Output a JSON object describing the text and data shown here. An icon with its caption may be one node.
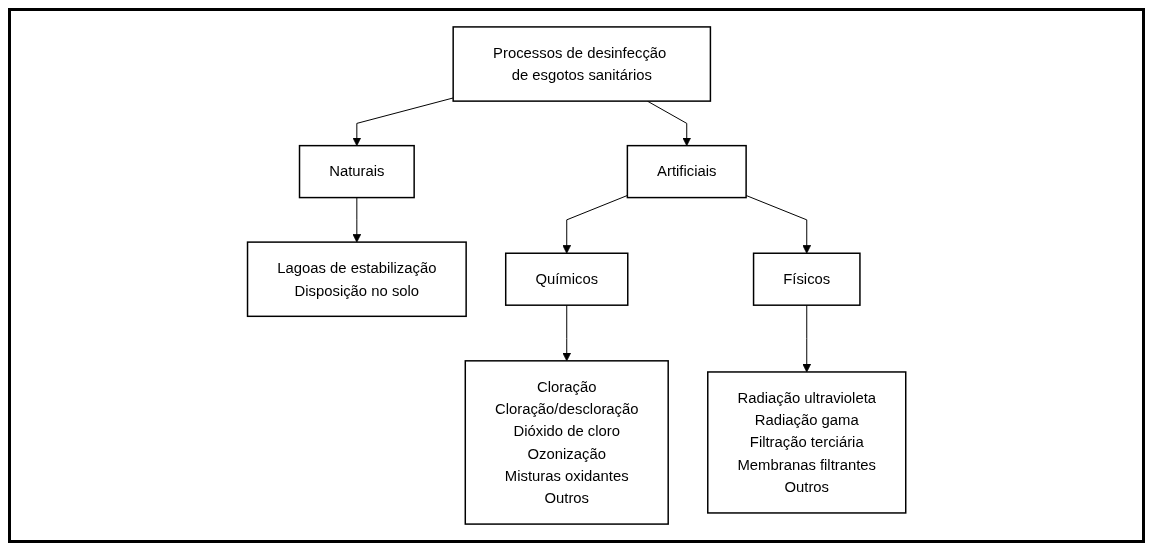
{
  "diagram": {
    "nodes": [
      {
        "text": [
          "Processos de desinfecção de esgotos sanitários"
        ]
      },
      {
        "text": [
          "Naturais"
        ]
      },
      {
        "text": [
          "Artificiais"
        ]
      },
      {
        "text": [
          "Lagoas de estabilização",
          "Disposição no solo"
        ]
      },
      {
        "text": [
          "Químicos"
        ]
      },
      {
        "text": [
          "Físicos"
        ]
      },
      {
        "text": [
          "Cloração",
          "Cloração/descloração",
          "Dióxido de cloro",
          "Ozonização",
          "Misturas oxidantes",
          "Outros"
        ]
      },
      {
        "text": [
          "Radiação ultravioleta",
          "Radiação gama",
          "Filtração terciária",
          "Membranas filtrantes",
          "Outros"
        ]
      }
    ],
    "edges": [
      {
        "from": 0,
        "to": 1,
        "arrow": "to"
      },
      {
        "from": 0,
        "to": 2,
        "arrow": "to"
      },
      {
        "from": 1,
        "to": 3,
        "arrow": "to"
      },
      {
        "from": 2,
        "to": 4,
        "arrow": "to"
      },
      {
        "from": 2,
        "to": 5,
        "arrow": "to"
      },
      {
        "from": 4,
        "to": 6,
        "arrow": "to"
      },
      {
        "from": 5,
        "to": 7,
        "arrow": "to"
      }
    ]
  }
}
